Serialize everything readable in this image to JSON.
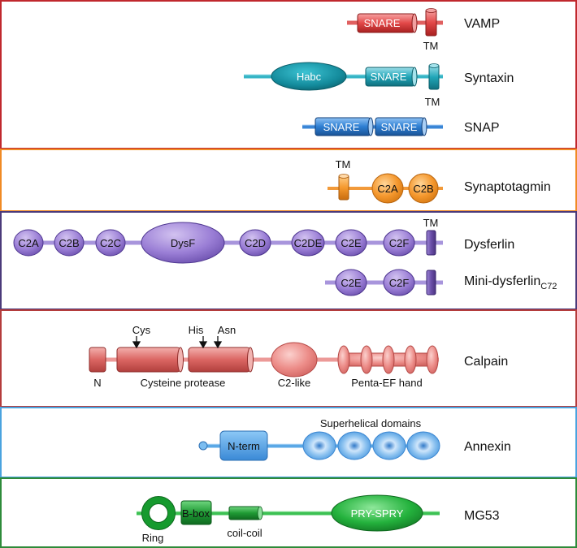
{
  "panels": {
    "snare": {
      "vamp": {
        "name": "VAMP",
        "snare": "SNARE",
        "tm": "TM"
      },
      "syntaxin": {
        "name": "Syntaxin",
        "habc": "Habc",
        "snare": "SNARE",
        "tm": "TM"
      },
      "snap": {
        "name": "SNAP",
        "snare1": "SNARE",
        "snare2": "SNARE"
      }
    },
    "synaptotagmin": {
      "name": "Synaptotagmin",
      "tm": "TM",
      "c2a": "C2A",
      "c2b": "C2B"
    },
    "dysferlin": {
      "name": "Dysferlin",
      "domains": [
        "C2A",
        "C2B",
        "C2C",
        "DysF",
        "C2D",
        "C2DE",
        "C2E",
        "C2F"
      ],
      "tm": "TM",
      "mini_name": "Mini-dysferlin",
      "mini_sub": "C72",
      "mini_domains": [
        "C2E",
        "C2F"
      ]
    },
    "calpain": {
      "name": "Calpain",
      "n": "N",
      "cys": "Cys",
      "his": "His",
      "asn": "Asn",
      "protease": "Cysteine protease",
      "c2like": "C2-like",
      "ef": "Penta-EF hand"
    },
    "annexin": {
      "name": "Annexin",
      "nterm": "N-term",
      "super": "Superhelical domains"
    },
    "mg53": {
      "name": "MG53",
      "ring": "Ring",
      "bbox": "B-box",
      "coil": "coil-coil",
      "pry": "PRY-SPRY"
    }
  },
  "colors": {
    "snare_border": "#c0282d",
    "syt_border": "#f08a24",
    "dysf_border": "#4b3a7a",
    "calpain_border": "#b43c3c",
    "annexin_border": "#4aa3df",
    "mg53_border": "#2e8b3a",
    "vamp": "#e04848",
    "syntaxin": "#1fa2b4",
    "snap": "#2f7fd0",
    "synaptotagmin": "#f08a24",
    "dysferlin": "#8a6ec8",
    "calpain": "#d9605f",
    "annexin": "#4a9be0",
    "mg53": "#22a33a"
  }
}
